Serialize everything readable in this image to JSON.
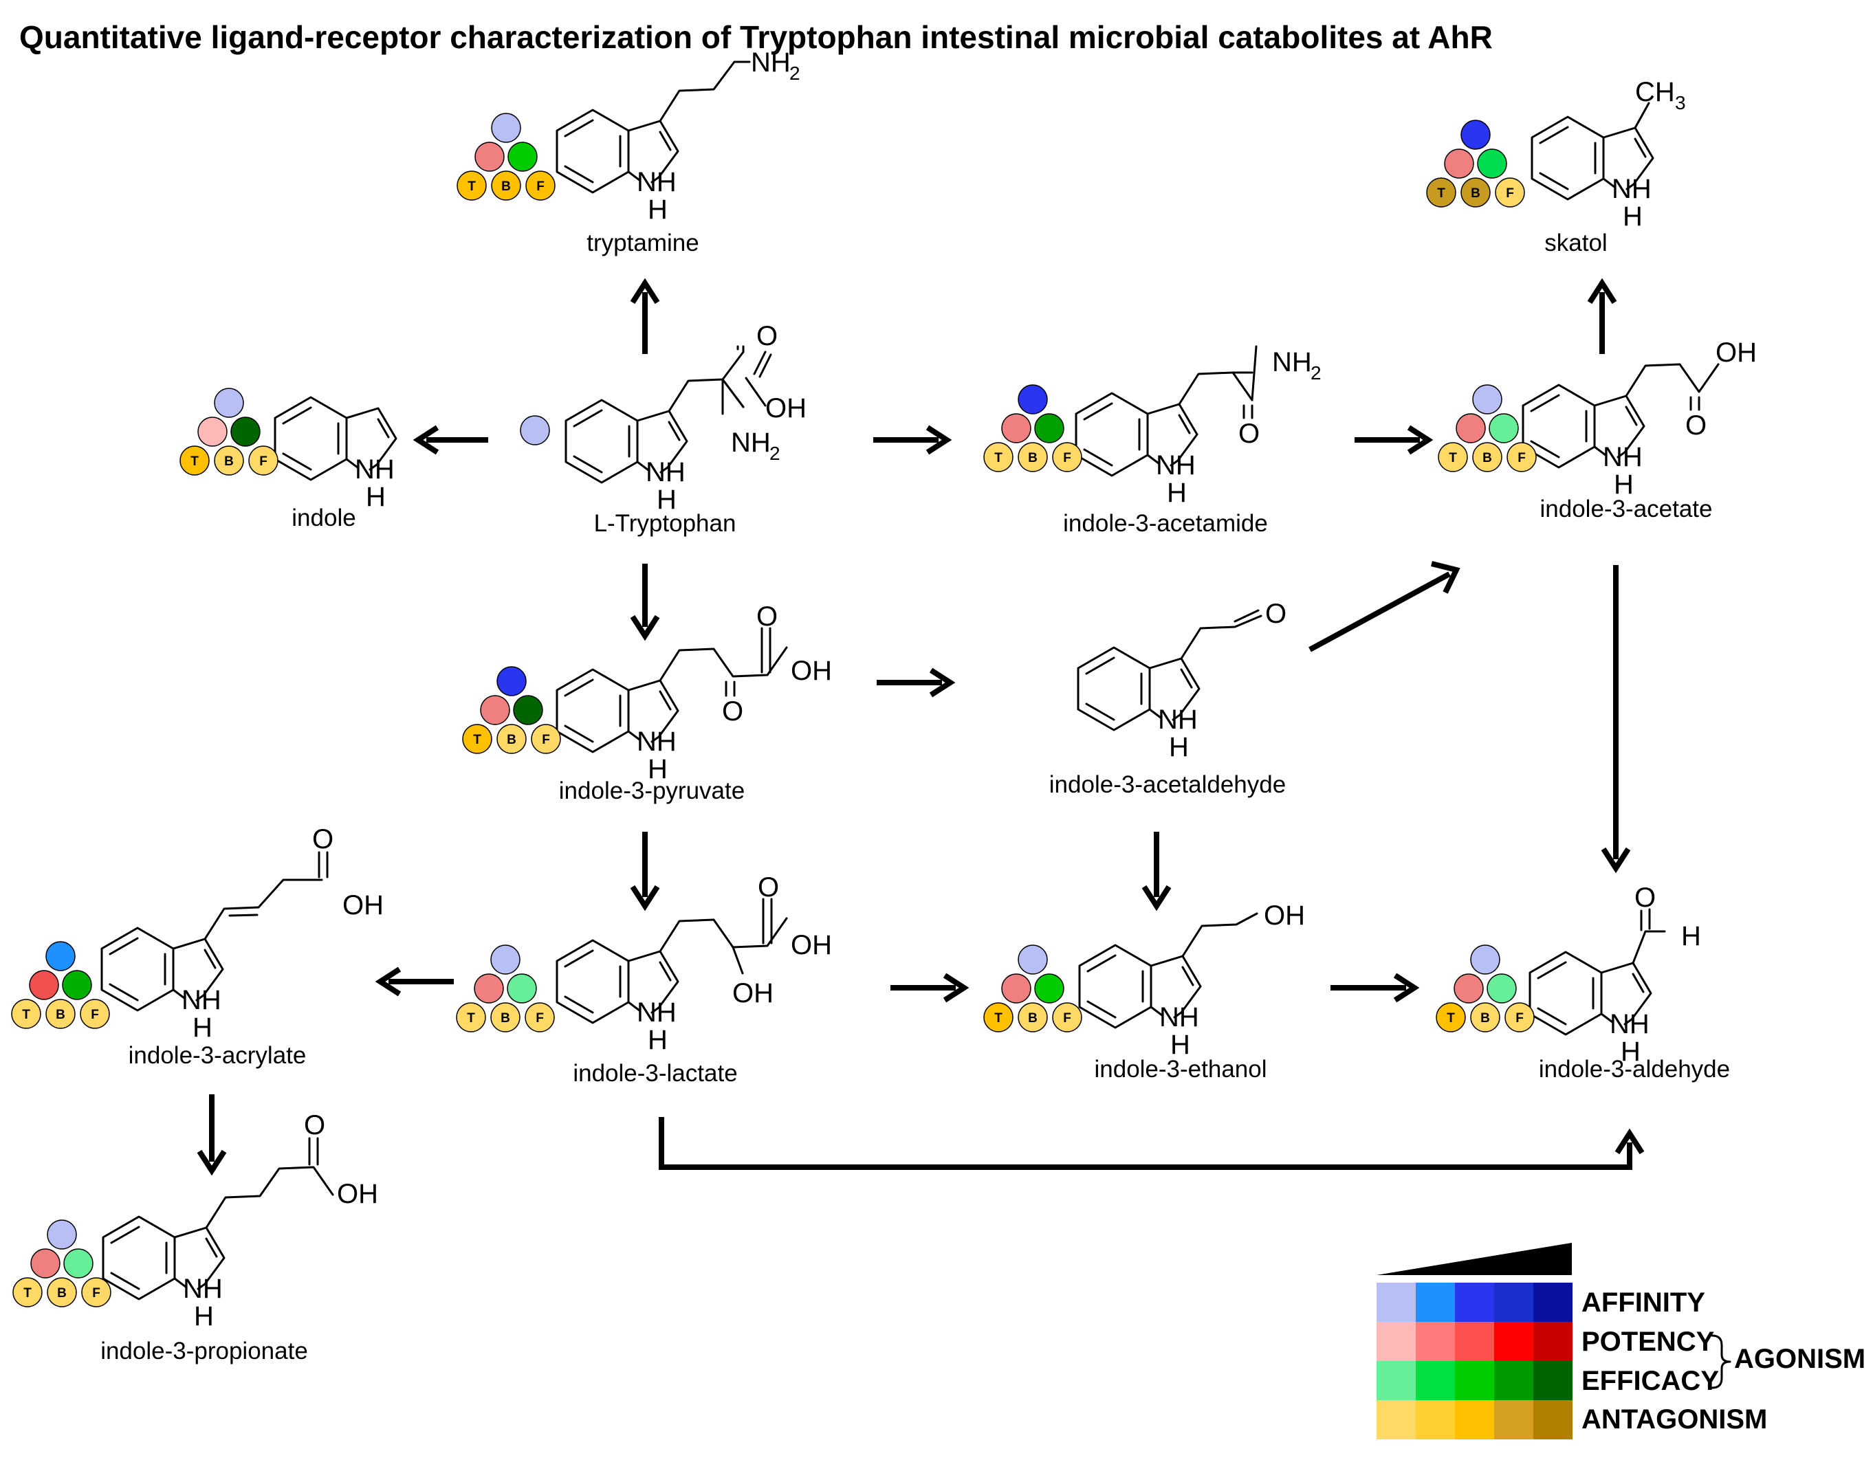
{
  "title": "Quantitative ligand-receptor characterization of Tryptophan intestinal microbial catabolites at AhR",
  "atoms": {
    "nh": "NH",
    "h": "H",
    "oh": "OH",
    "o": "O",
    "ch": "CH",
    "sub2": "2",
    "sub3": "3"
  },
  "badge_letters": [
    "T",
    "B",
    "F"
  ],
  "compounds": {
    "tryptamine": {
      "name": "tryptamine",
      "colors": {
        "affinity": "#b8bff5",
        "potency": "#f08080",
        "efficacy": "#00cc00",
        "t": "#ffc000",
        "b": "#ffc000",
        "f": "#ffc000"
      }
    },
    "skatol": {
      "name": "skatol",
      "colors": {
        "affinity": "#2a35f0",
        "potency": "#f08080",
        "efficacy": "#00dc50",
        "t": "#c79a20",
        "b": "#c79a20",
        "f": "#ffd966"
      }
    },
    "indole": {
      "name": "indole",
      "colors": {
        "affinity": "#b8bff5",
        "potency": "#ffb8b8",
        "efficacy": "#006400",
        "t": "#ffc000",
        "b": "#ffd966",
        "f": "#ffd966"
      }
    },
    "tryptophan": {
      "name": "L-Tryptophan",
      "colors": {
        "affinity": "#b8bff5"
      }
    },
    "acetamide": {
      "name": "indole-3-acetamide",
      "colors": {
        "affinity": "#2a35f0",
        "potency": "#f08080",
        "efficacy": "#00a000",
        "t": "#ffd966",
        "b": "#ffd966",
        "f": "#ffd966"
      }
    },
    "acetate": {
      "name": "indole-3-acetate",
      "colors": {
        "affinity": "#b8bff5",
        "potency": "#f08080",
        "efficacy": "#66ee99",
        "t": "#ffd966",
        "b": "#ffd966",
        "f": "#ffd966"
      }
    },
    "pyruvate": {
      "name": "indole-3-pyruvate",
      "colors": {
        "affinity": "#2a35f0",
        "potency": "#f08080",
        "efficacy": "#006400",
        "t": "#ffc000",
        "b": "#ffd966",
        "f": "#ffd966"
      }
    },
    "acetaldehyde": {
      "name": "indole-3-acetaldehyde"
    },
    "acrylate": {
      "name": "indole-3-acrylate",
      "colors": {
        "affinity": "#1e90ff",
        "potency": "#f05050",
        "efficacy": "#00b000",
        "t": "#ffd966",
        "b": "#ffd966",
        "f": "#ffd966"
      }
    },
    "lactate": {
      "name": "indole-3-lactate",
      "colors": {
        "affinity": "#b8bff5",
        "potency": "#f08080",
        "efficacy": "#66ee99",
        "t": "#ffd966",
        "b": "#ffd966",
        "f": "#ffd966"
      }
    },
    "ethanol": {
      "name": "indole-3-ethanol",
      "colors": {
        "affinity": "#b8bff5",
        "potency": "#f08080",
        "efficacy": "#00cc00",
        "t": "#ffc000",
        "b": "#ffd966",
        "f": "#ffd966"
      }
    },
    "aldehyde": {
      "name": "indole-3-aldehyde",
      "colors": {
        "affinity": "#b8bff5",
        "potency": "#f08080",
        "efficacy": "#66ee99",
        "t": "#ffc000",
        "b": "#ffd966",
        "f": "#ffd966"
      }
    },
    "propionate": {
      "name": "indole-3-propionate",
      "colors": {
        "affinity": "#b8bff5",
        "potency": "#f08080",
        "efficacy": "#66ee99",
        "t": "#ffd966",
        "b": "#ffd966",
        "f": "#ffd966"
      }
    }
  },
  "legend": {
    "rows": [
      {
        "label": "AFFINITY",
        "colors": [
          "#b8bff5",
          "#1e90ff",
          "#2a35f0",
          "#1a2ecc",
          "#0a10a0"
        ]
      },
      {
        "label": "POTENCY",
        "colors": [
          "#ffb8b8",
          "#ff7a7a",
          "#ff5050",
          "#ff0000",
          "#c80000"
        ]
      },
      {
        "label": "EFFICACY",
        "colors": [
          "#66ee99",
          "#00e040",
          "#00cc00",
          "#009900",
          "#006400"
        ]
      },
      {
        "label": "ANTAGONISM",
        "colors": [
          "#ffd966",
          "#ffd030",
          "#ffc000",
          "#d4a020",
          "#b08000"
        ]
      }
    ],
    "agonism": "AGONISM"
  }
}
